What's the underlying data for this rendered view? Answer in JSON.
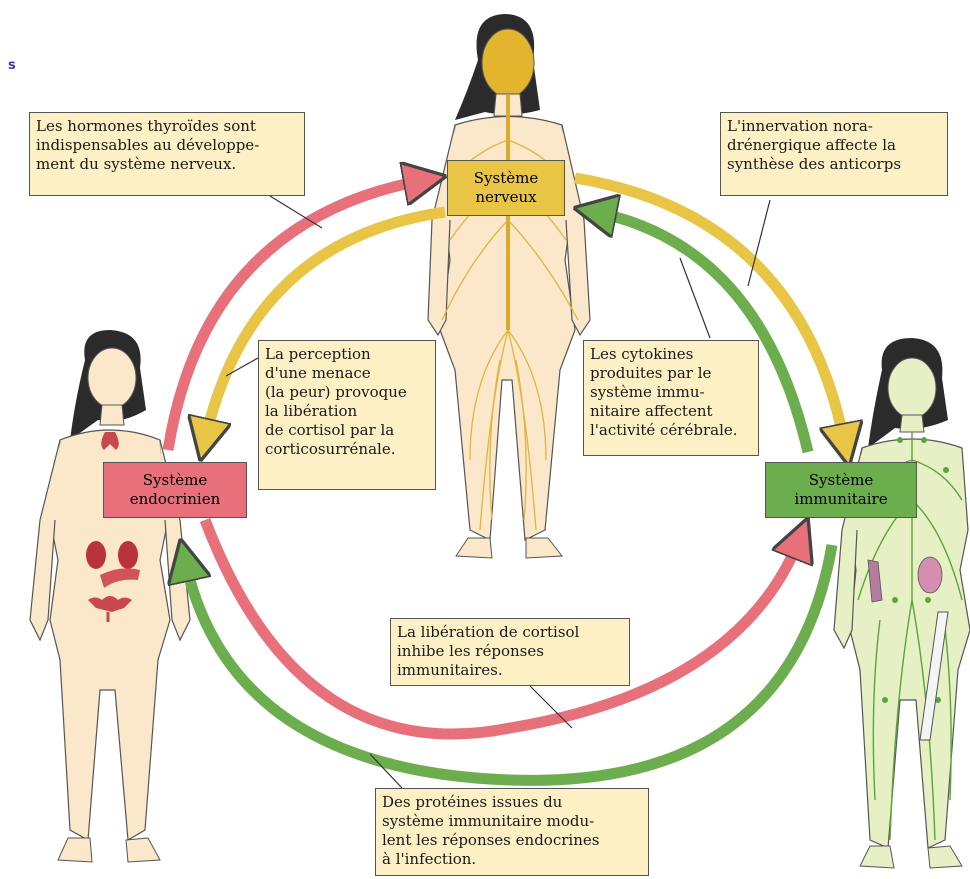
{
  "corner_marker": "s",
  "systems": {
    "nerveux": "Système\nnerveux",
    "endocrinien": "Système\nendocrinien",
    "immunitaire": "Système\nimmunitaire"
  },
  "annotations": {
    "thyroid": "Les hormones thyroïdes sont\nindispensables au développe-\nment du système nerveux.",
    "noradrenergic": "L'innervation nora-\ndrénergique affecte la\nsynthèse des anticorps",
    "fear": "La perception\nd'une menace\n(la peur) provoque\nla libération\nde cortisol par la\ncorticosurrénale.",
    "cytokines": "Les cytokines\nproduites par le\nsystème immu-\nnitaire affectent\nl'activité cérébrale.",
    "cortisol": "La libération de cortisol\ninhibe les réponses\nimmunitaires.",
    "proteins": "Des protéines issues du\nsystème immunitaire modu-\nlent les réponses endocrines\nà l'infection."
  },
  "colors": {
    "endocrine_red": "#e8707a",
    "nervous_yellow": "#e9c545",
    "immune_green": "#6cae4e",
    "box_fill": "#fdf0c4",
    "skin": "#fbe7c9"
  }
}
